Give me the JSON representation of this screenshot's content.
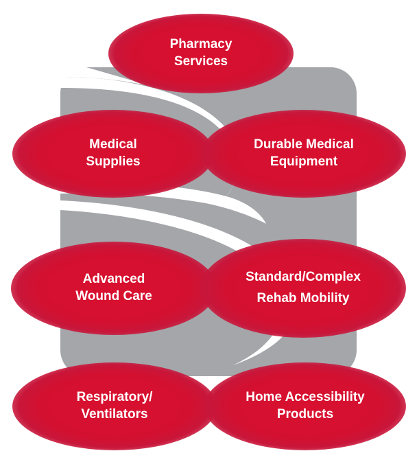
{
  "diagram": {
    "services": {
      "pharmacy": {
        "line1": "Pharmacy",
        "line2": "Services"
      },
      "supplies": {
        "line1": "Medical",
        "line2": "Supplies"
      },
      "dme": {
        "line1": "Durable Medical",
        "line2": "Equipment"
      },
      "wound": {
        "line1": "Advanced",
        "line2": "Wound Care"
      },
      "rehab": {
        "line1": "Standard/Complex",
        "line2": "Rehab Mobility"
      },
      "respiratory": {
        "line1": "Respiratory/",
        "line2": "Ventilators"
      },
      "accessibility": {
        "line1": "Home Accessibility",
        "line2": "Products"
      }
    },
    "colors": {
      "pill": "#d41030",
      "logo_background": "#a4a6aa",
      "text": "#ffffff"
    }
  }
}
